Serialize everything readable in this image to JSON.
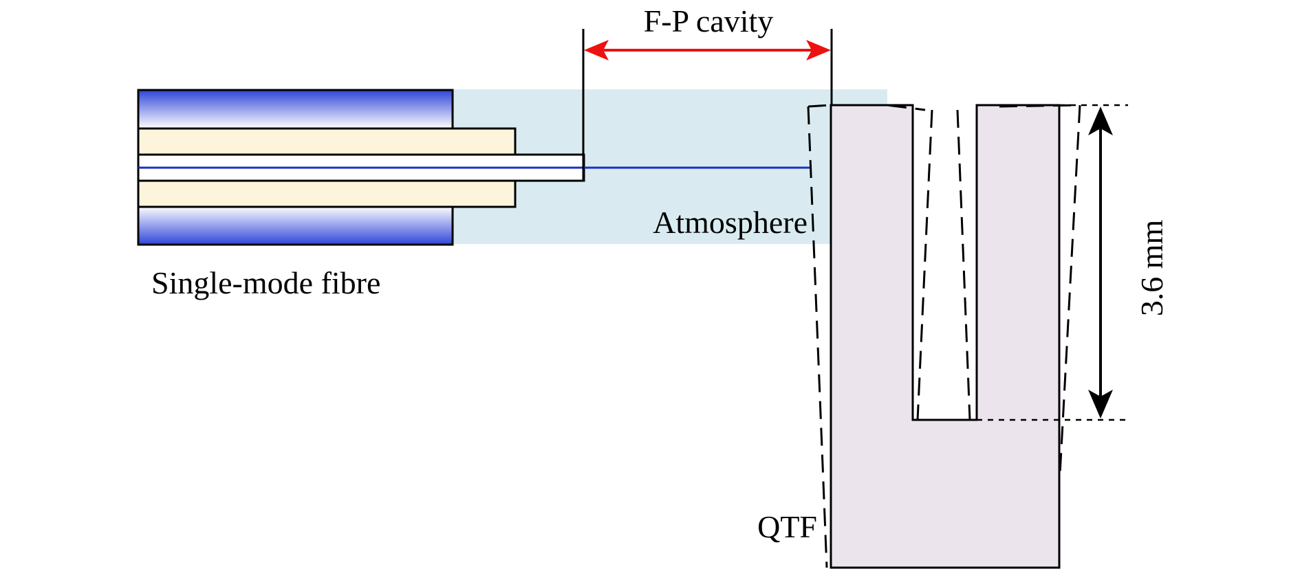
{
  "labels": {
    "cavity": "F-P cavity",
    "medium": "Atmosphere",
    "fibre": "Single-mode fibre",
    "fork": "QTF",
    "depth": "3.6 mm"
  },
  "colors": {
    "fibre_jacket_edge": "#2f45d8",
    "fibre_jacket_mid": "#ffffff",
    "fibre_buffer": "#fdf4dc",
    "fibre_core_line": "#1b2fbf",
    "atmosphere": "#d9ebf1",
    "fork_fill": "#ebe4ec",
    "cavity_arrow": "#ee1111",
    "outline": "#000000"
  }
}
